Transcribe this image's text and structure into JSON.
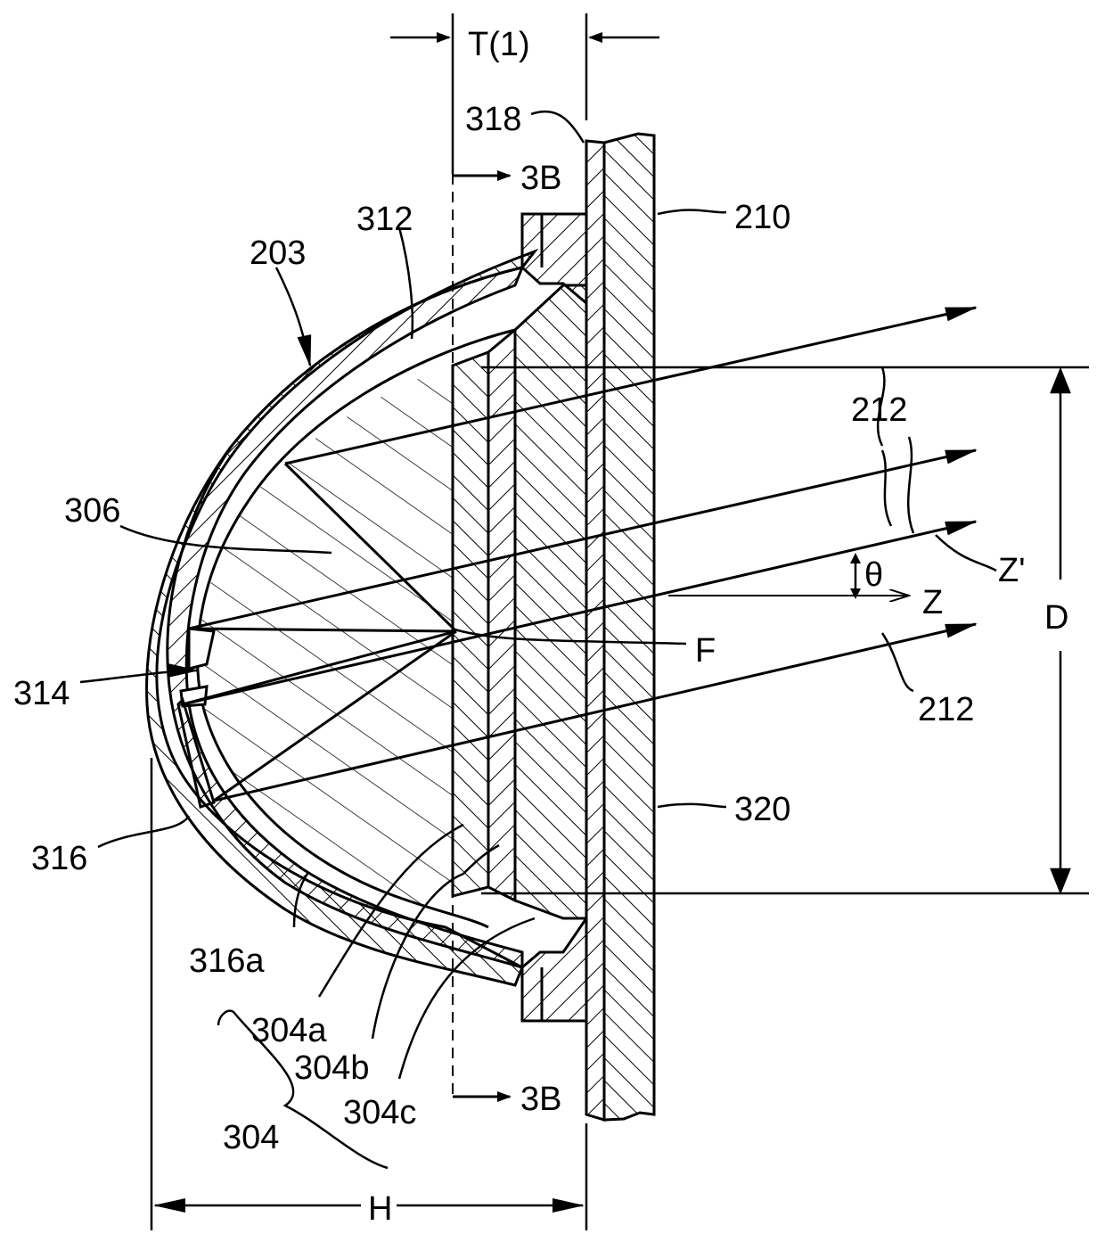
{
  "labels": {
    "t1": "T(1)",
    "r318": "318",
    "s3b_top": "3B",
    "r312": "312",
    "r210": "210",
    "r203": "203",
    "r212_a": "212",
    "r306": "306",
    "zprime": "Z'",
    "theta": "θ",
    "z": "Z",
    "d": "D",
    "r314": "314",
    "f": "F",
    "r212_b": "212",
    "r320": "320",
    "r316": "316",
    "r316a": "316a",
    "r304a": "304a",
    "r304b": "304b",
    "r304c": "304c",
    "r304": "304",
    "s3b_bottom": "3B",
    "h": "H"
  },
  "colors": {
    "ink": "#000000",
    "paper": "#ffffff"
  }
}
